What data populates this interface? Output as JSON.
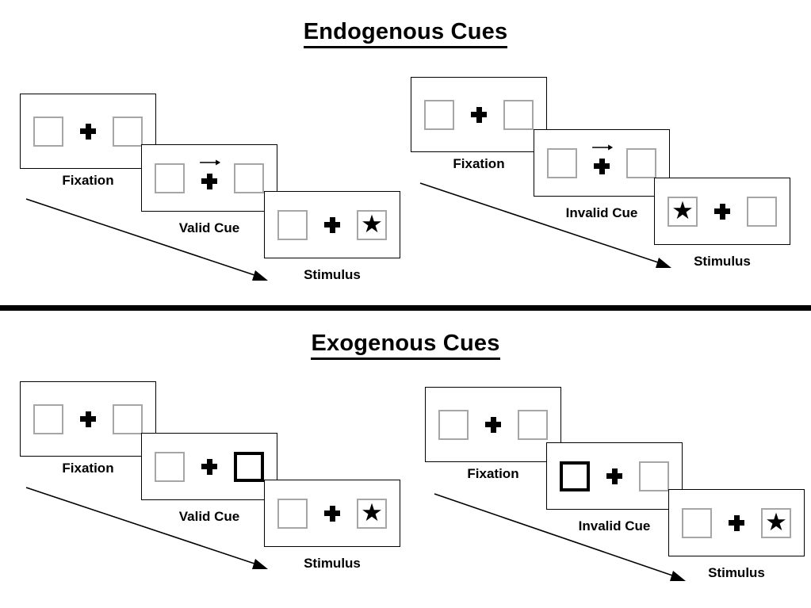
{
  "sections": [
    {
      "id": "endogenous",
      "title": "Endogenous Cues",
      "groups": [
        {
          "id": "endogenous-valid",
          "panels": [
            {
              "caption": "Fixation",
              "left_cell": "empty",
              "right_cell": "empty",
              "cue": "none",
              "highlight": "none"
            },
            {
              "caption": "Valid Cue",
              "left_cell": "empty",
              "right_cell": "empty",
              "cue": "arrow-right",
              "highlight": "none"
            },
            {
              "caption": "Stimulus",
              "left_cell": "empty",
              "right_cell": "star",
              "cue": "none",
              "highlight": "none"
            }
          ]
        },
        {
          "id": "endogenous-invalid",
          "panels": [
            {
              "caption": "Fixation",
              "left_cell": "empty",
              "right_cell": "empty",
              "cue": "none",
              "highlight": "none"
            },
            {
              "caption": "Invalid Cue",
              "left_cell": "empty",
              "right_cell": "empty",
              "cue": "arrow-right",
              "highlight": "none"
            },
            {
              "caption": "Stimulus",
              "left_cell": "star",
              "right_cell": "empty",
              "cue": "none",
              "highlight": "none"
            }
          ]
        }
      ]
    },
    {
      "id": "exogenous",
      "title": "Exogenous Cues",
      "groups": [
        {
          "id": "exogenous-valid",
          "panels": [
            {
              "caption": "Fixation",
              "left_cell": "empty",
              "right_cell": "empty",
              "cue": "none",
              "highlight": "none"
            },
            {
              "caption": "Valid Cue",
              "left_cell": "empty",
              "right_cell": "empty",
              "cue": "none",
              "highlight": "right"
            },
            {
              "caption": "Stimulus",
              "left_cell": "empty",
              "right_cell": "star",
              "cue": "none",
              "highlight": "none"
            }
          ]
        },
        {
          "id": "exogenous-invalid",
          "panels": [
            {
              "caption": "Fixation",
              "left_cell": "empty",
              "right_cell": "empty",
              "cue": "none",
              "highlight": "none"
            },
            {
              "caption": "Invalid Cue",
              "left_cell": "empty",
              "right_cell": "empty",
              "cue": "none",
              "highlight": "left"
            },
            {
              "caption": "Stimulus",
              "left_cell": "empty",
              "right_cell": "star",
              "cue": "none",
              "highlight": "none"
            }
          ]
        }
      ]
    }
  ],
  "glyphs": {
    "star": "★",
    "plus": "plus-sign",
    "cue_arrow": "arrow-right-icon",
    "time_arrow": "time-flow-arrow"
  },
  "colors": {
    "ink": "#000000",
    "cell_border": "#a6a6a6",
    "cell_border_highlight": "#000000",
    "panel_border": "#000000",
    "background": "#ffffff"
  }
}
